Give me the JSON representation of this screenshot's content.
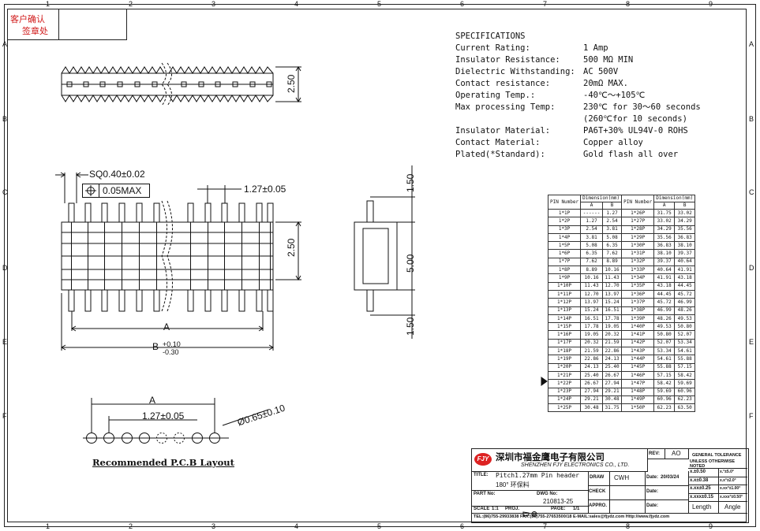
{
  "stamp": {
    "line1": "客户确认",
    "line2": "签章处"
  },
  "zones": {
    "cols": [
      "1",
      "2",
      "3",
      "4",
      "5",
      "6",
      "7",
      "8",
      "9"
    ],
    "rows": [
      "A",
      "B",
      "C",
      "D",
      "E",
      "F"
    ]
  },
  "specifications": {
    "title": "SPECIFICATIONS",
    "rows": [
      {
        "k": "Current Rating:",
        "v": "1 Amp"
      },
      {
        "k": "Insulator Resistance:",
        "v": "500 MΩ MIN"
      },
      {
        "k": "Dielectric Withstanding:",
        "v": "AC 500V"
      },
      {
        "k": "Contact resistance:",
        "v": "20mΩ MAX."
      },
      {
        "k": "Operating Temp.:",
        "v": "-40℃～+105℃"
      },
      {
        "k": "Max processing Temp:",
        "v": "230℃ for 30～60 seconds"
      },
      {
        "k": "",
        "v": "(260℃for 10 seconds)"
      },
      {
        "k": "Insulator Material:",
        "v": "PA6T+30% UL94V-0 ROHS"
      },
      {
        "k": "Contact Material:",
        "v": "Copper alloy"
      },
      {
        "k": "Plated(*Standard):",
        "v": "Gold flash all over"
      }
    ]
  },
  "dims": {
    "sq": "SQ0.40±0.02",
    "flatness": "0.05MAX",
    "pitch": "1.27±0.05",
    "height_top": "2.50",
    "height_front": "2.50",
    "a": "A",
    "b": "B",
    "b_tol_plus": "+0.10",
    "b_tol_minus": "-0.30",
    "side_top": "1.50",
    "side_mid": "5.00",
    "side_bot": "1.50",
    "pcb_a": "A",
    "pcb_pitch": "1.27±0.05",
    "pcb_hole": "Ø0.65±0.10",
    "pcb_title": "Recommended P.C.B Layout"
  },
  "dim_table": {
    "headers": [
      "PIN Number",
      "Dimension(mm)",
      "",
      "PIN Number",
      "Dimension(mm)",
      ""
    ],
    "subheaders": [
      "",
      "A",
      "B",
      "",
      "A",
      "B"
    ],
    "rows": [
      [
        "1*1P",
        "------",
        "1.27",
        "1*26P",
        "31.75",
        "33.02"
      ],
      [
        "1*2P",
        "1.27",
        "2.54",
        "1*27P",
        "33.02",
        "34.29"
      ],
      [
        "1*3P",
        "2.54",
        "3.81",
        "1*28P",
        "34.29",
        "35.56"
      ],
      [
        "1*4P",
        "3.81",
        "5.08",
        "1*29P",
        "35.56",
        "36.83"
      ],
      [
        "1*5P",
        "5.08",
        "6.35",
        "1*30P",
        "36.83",
        "38.10"
      ],
      [
        "1*6P",
        "6.35",
        "7.62",
        "1*31P",
        "38.10",
        "39.37"
      ],
      [
        "1*7P",
        "7.62",
        "8.89",
        "1*32P",
        "39.37",
        "40.64"
      ],
      [
        "1*8P",
        "8.89",
        "10.16",
        "1*33P",
        "40.64",
        "41.91"
      ],
      [
        "1*9P",
        "10.16",
        "11.43",
        "1*34P",
        "41.91",
        "43.18"
      ],
      [
        "1*10P",
        "11.43",
        "12.70",
        "1*35P",
        "43.18",
        "44.45"
      ],
      [
        "1*11P",
        "12.70",
        "13.97",
        "1*36P",
        "44.45",
        "45.72"
      ],
      [
        "1*12P",
        "13.97",
        "15.24",
        "1*37P",
        "45.72",
        "46.99"
      ],
      [
        "1*13P",
        "15.24",
        "16.51",
        "1*38P",
        "46.99",
        "48.26"
      ],
      [
        "1*14P",
        "16.51",
        "17.78",
        "1*39P",
        "48.26",
        "49.53"
      ],
      [
        "1*15P",
        "17.78",
        "19.05",
        "1*40P",
        "49.53",
        "50.80"
      ],
      [
        "1*16P",
        "19.05",
        "20.32",
        "1*41P",
        "50.80",
        "52.07"
      ],
      [
        "1*17P",
        "20.32",
        "21.59",
        "1*42P",
        "52.07",
        "53.34"
      ],
      [
        "1*18P",
        "21.59",
        "22.86",
        "1*43P",
        "53.34",
        "54.61"
      ],
      [
        "1*19P",
        "22.86",
        "24.13",
        "1*44P",
        "54.61",
        "55.88"
      ],
      [
        "1*20P",
        "24.13",
        "25.40",
        "1*45P",
        "55.88",
        "57.15"
      ],
      [
        "1*21P",
        "25.40",
        "26.67",
        "1*46P",
        "57.15",
        "58.42"
      ],
      [
        "1*22P",
        "26.67",
        "27.94",
        "1*47P",
        "58.42",
        "59.69"
      ],
      [
        "1*23P",
        "27.94",
        "29.21",
        "1*48P",
        "59.69",
        "60.96"
      ],
      [
        "1*24P",
        "29.21",
        "30.48",
        "1*49P",
        "60.96",
        "62.23"
      ],
      [
        "1*25P",
        "30.48",
        "31.75",
        "1*50P",
        "62.23",
        "63.50"
      ]
    ]
  },
  "title_block": {
    "company_cn": "深圳市福金鹰电子有限公司",
    "company_en": "SHENZHEN FJY ELECTRONICS CO., LTD.",
    "rev_label": "REV:",
    "rev": "AO",
    "tol_h1": "GENERAL TOLERANCE",
    "tol_h2": "UNLESS OTHERWISE NOTED",
    "title_label": "TITLE:",
    "title1": "Pitch1.27mm Pin header",
    "title2": "180° 环保料",
    "draw_label": "DRAW",
    "draw": "CWH",
    "date_label": "Date:",
    "date": "20/03/24",
    "check_label": "CHECK",
    "appro_label": "APPRO.",
    "part_label": "PART No:",
    "dwg_label": "DWG No:",
    "dwg": "210813-25",
    "scale_label": "SCALE",
    "scale": "1:1",
    "proj_label": "PROJ.",
    "page_label": "PAGE:",
    "page": "1/1",
    "tols": [
      {
        "a": "x.±0.50",
        "b": "x.°±5.0°"
      },
      {
        "a": "x.x±0.38",
        "b": "x.x°±2.0°"
      },
      {
        "a": "x.xx±0.25",
        "b": "x.xx°±1.00°"
      },
      {
        "a": "x.xxx±0.15",
        "b": "x.xxx°±0.50°"
      }
    ],
    "length_label": "Length",
    "angle_label": "Angle",
    "footer": "TEL:(86)755-29933838   FAX:(86)755-27653500/18   E-MAIL:sales@fjydz.com   Http://www.fjydz.com"
  }
}
